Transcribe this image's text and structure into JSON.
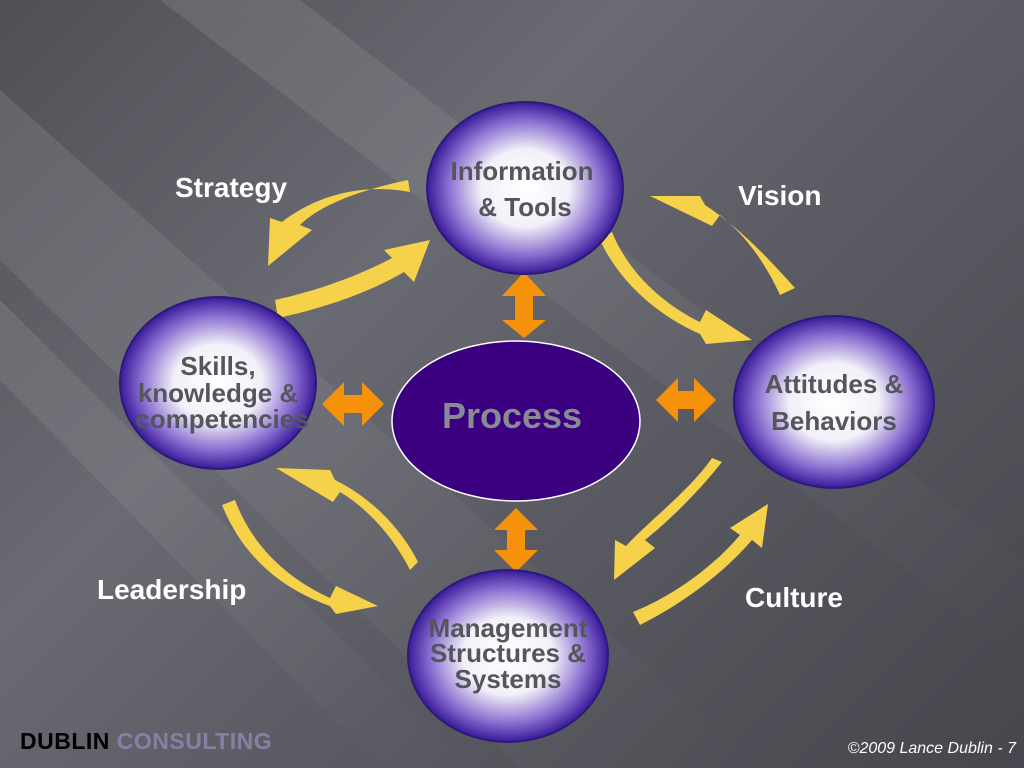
{
  "nodes": {
    "info": [
      "Information",
      "& Tools"
    ],
    "attitudes": [
      "Attitudes &",
      "Behaviors"
    ],
    "skills": [
      "Skills,",
      "knowledge &",
      "competencies"
    ],
    "management": [
      "Management",
      "Structures &",
      "Systems"
    ],
    "process": "Process"
  },
  "labels": {
    "strategy": "Strategy",
    "vision": "Vision",
    "leadership": "Leadership",
    "culture": "Culture"
  },
  "footer": {
    "brand_primary": "DUBLIN",
    "brand_secondary": "CONSULTING",
    "copyright": "©2009 Lance Dublin - 7"
  },
  "colors": {
    "arrow_yellow": "#f5d24a",
    "arrow_orange": "#f5920a",
    "process_fill": "#3a0080",
    "node_edge": "#3a1a9a"
  }
}
